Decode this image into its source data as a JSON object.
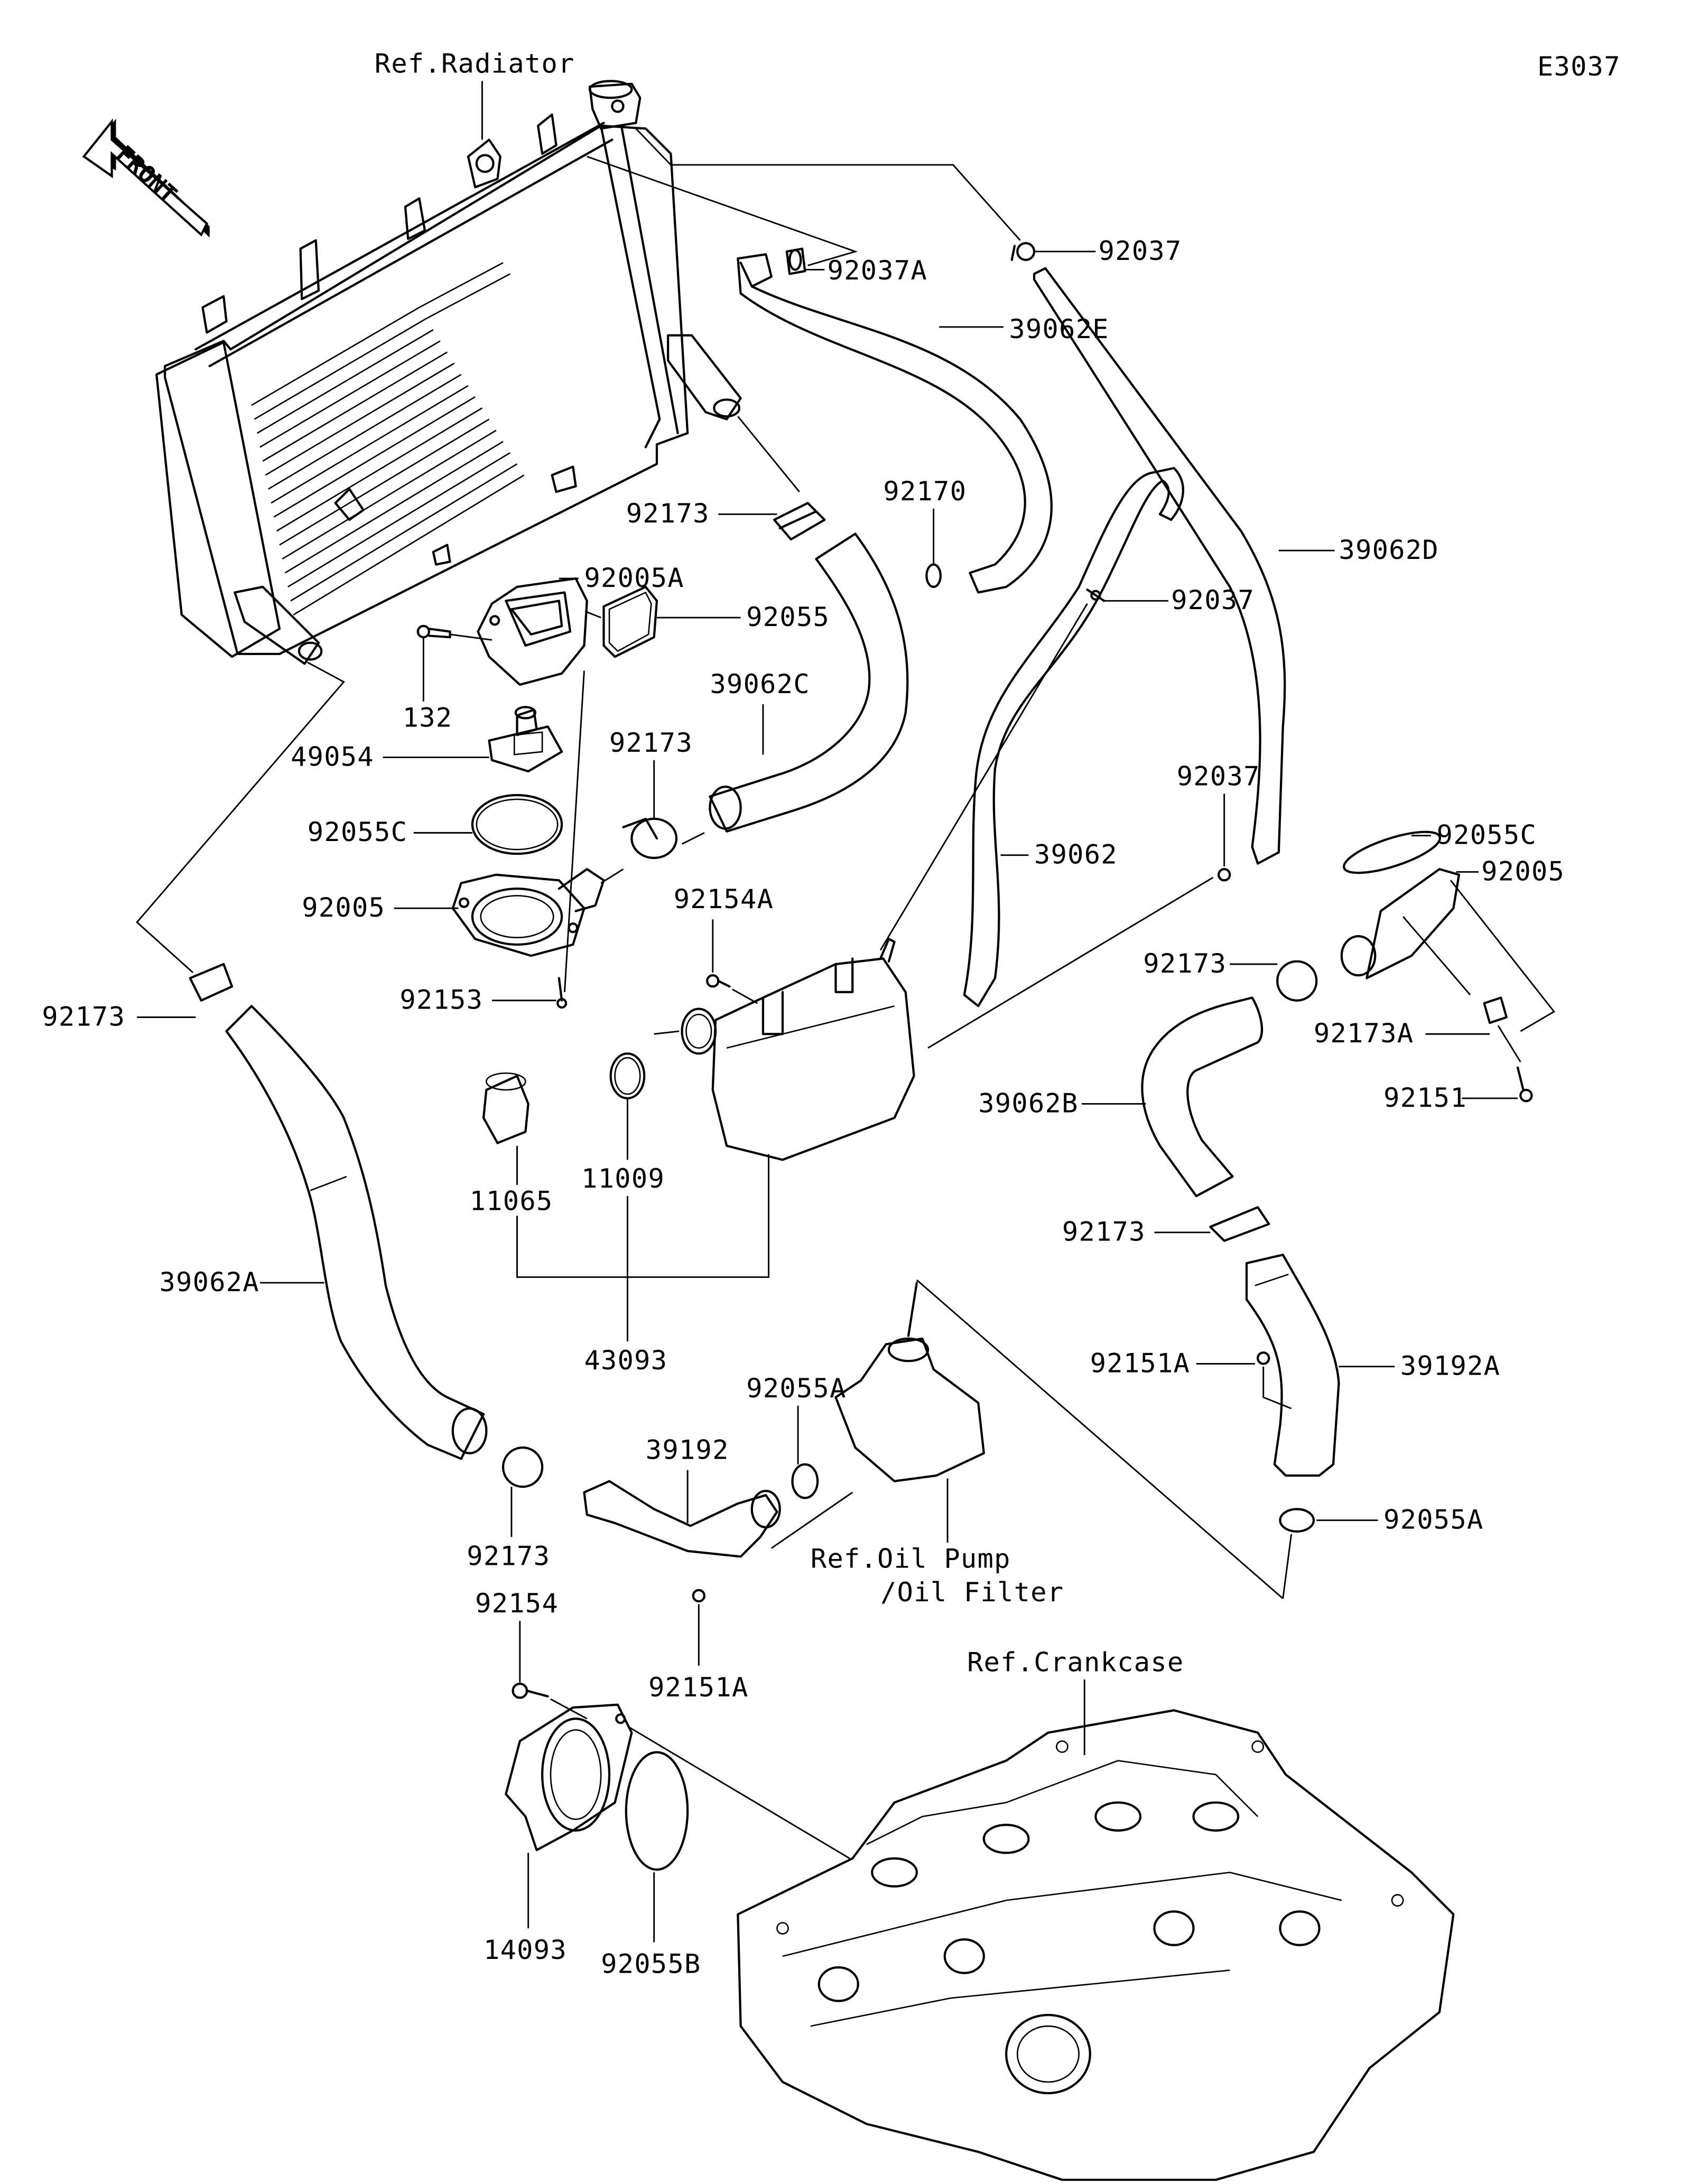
{
  "diagram": {
    "code": "E3037",
    "front_label": "FRONT",
    "references": {
      "radiator": "Ref.Radiator",
      "oil_pump_line1": "Ref.Oil Pump",
      "oil_pump_line2": "/Oil Filter",
      "crankcase": "Ref.Crankcase"
    },
    "parts": [
      {
        "id": "p92037a",
        "number": "92037A"
      },
      {
        "id": "p92037_top",
        "number": "92037"
      },
      {
        "id": "p39062e",
        "number": "39062E"
      },
      {
        "id": "p92173_top",
        "number": "92173"
      },
      {
        "id": "p92170",
        "number": "92170"
      },
      {
        "id": "p39062d",
        "number": "39062D"
      },
      {
        "id": "p92005a",
        "number": "92005A"
      },
      {
        "id": "p92055",
        "number": "92055"
      },
      {
        "id": "p92037_mid",
        "number": "92037"
      },
      {
        "id": "p132",
        "number": "132"
      },
      {
        "id": "p39062c",
        "number": "39062C"
      },
      {
        "id": "p49054",
        "number": "49054"
      },
      {
        "id": "p92173_mid",
        "number": "92173"
      },
      {
        "id": "p92055c_left",
        "number": "92055C"
      },
      {
        "id": "p39062",
        "number": "39062"
      },
      {
        "id": "p92037_right",
        "number": "92037"
      },
      {
        "id": "p92055c_right",
        "number": "92055C"
      },
      {
        "id": "p92005_left",
        "number": "92005"
      },
      {
        "id": "p92005_right",
        "number": "92005"
      },
      {
        "id": "p92154a",
        "number": "92154A"
      },
      {
        "id": "p92173_right",
        "number": "92173"
      },
      {
        "id": "p92153",
        "number": "92153"
      },
      {
        "id": "p92173_left",
        "number": "92173"
      },
      {
        "id": "p92173a",
        "number": "92173A"
      },
      {
        "id": "p39062b",
        "number": "39062B"
      },
      {
        "id": "p92151",
        "number": "92151"
      },
      {
        "id": "p11065",
        "number": "11065"
      },
      {
        "id": "p11009",
        "number": "11009"
      },
      {
        "id": "p39062a",
        "number": "39062A"
      },
      {
        "id": "p92173_lower_right",
        "number": "92173"
      },
      {
        "id": "p43093",
        "number": "43093"
      },
      {
        "id": "p92151a_right",
        "number": "92151A"
      },
      {
        "id": "p39192a",
        "number": "39192A"
      },
      {
        "id": "p92055a_mid",
        "number": "92055A"
      },
      {
        "id": "p39192",
        "number": "39192"
      },
      {
        "id": "p92055a_right",
        "number": "92055A"
      },
      {
        "id": "p92173_bottom",
        "number": "92173"
      },
      {
        "id": "p92154",
        "number": "92154"
      },
      {
        "id": "p92151a_bottom",
        "number": "92151A"
      },
      {
        "id": "p14093",
        "number": "14093"
      },
      {
        "id": "p92055b",
        "number": "92055B"
      }
    ]
  }
}
